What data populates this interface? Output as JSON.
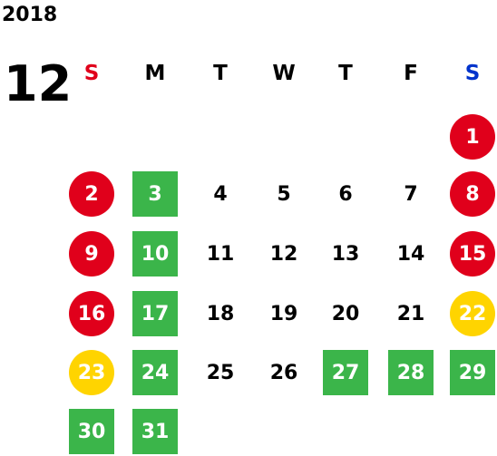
{
  "year": "2018",
  "month": "12",
  "weekdays": [
    "S",
    "M",
    "T",
    "W",
    "T",
    "F",
    "S"
  ],
  "weekday_colors": [
    "#e0001b",
    "#000000",
    "#000000",
    "#000000",
    "#000000",
    "#000000",
    "#0033cc"
  ],
  "status_colors": {
    "red": "#e0001b",
    "green": "#3bb54a",
    "yellow": "#ffd400"
  },
  "weeks": [
    [
      null,
      null,
      null,
      null,
      null,
      null,
      {
        "d": "1",
        "s": "red"
      }
    ],
    [
      {
        "d": "2",
        "s": "red"
      },
      {
        "d": "3",
        "s": "green"
      },
      {
        "d": "4",
        "s": ""
      },
      {
        "d": "5",
        "s": ""
      },
      {
        "d": "6",
        "s": ""
      },
      {
        "d": "7",
        "s": ""
      },
      {
        "d": "8",
        "s": "red"
      }
    ],
    [
      {
        "d": "9",
        "s": "red"
      },
      {
        "d": "10",
        "s": "green"
      },
      {
        "d": "11",
        "s": ""
      },
      {
        "d": "12",
        "s": ""
      },
      {
        "d": "13",
        "s": ""
      },
      {
        "d": "14",
        "s": ""
      },
      {
        "d": "15",
        "s": "red"
      }
    ],
    [
      {
        "d": "16",
        "s": "red"
      },
      {
        "d": "17",
        "s": "green"
      },
      {
        "d": "18",
        "s": ""
      },
      {
        "d": "19",
        "s": ""
      },
      {
        "d": "20",
        "s": ""
      },
      {
        "d": "21",
        "s": ""
      },
      {
        "d": "22",
        "s": "yellow"
      }
    ],
    [
      {
        "d": "23",
        "s": "yellow"
      },
      {
        "d": "24",
        "s": "green"
      },
      {
        "d": "25",
        "s": ""
      },
      {
        "d": "26",
        "s": ""
      },
      {
        "d": "27",
        "s": "green"
      },
      {
        "d": "28",
        "s": "green"
      },
      {
        "d": "29",
        "s": "green"
      }
    ],
    [
      {
        "d": "30",
        "s": "green"
      },
      {
        "d": "31",
        "s": "green"
      },
      null,
      null,
      null,
      null,
      null
    ]
  ]
}
